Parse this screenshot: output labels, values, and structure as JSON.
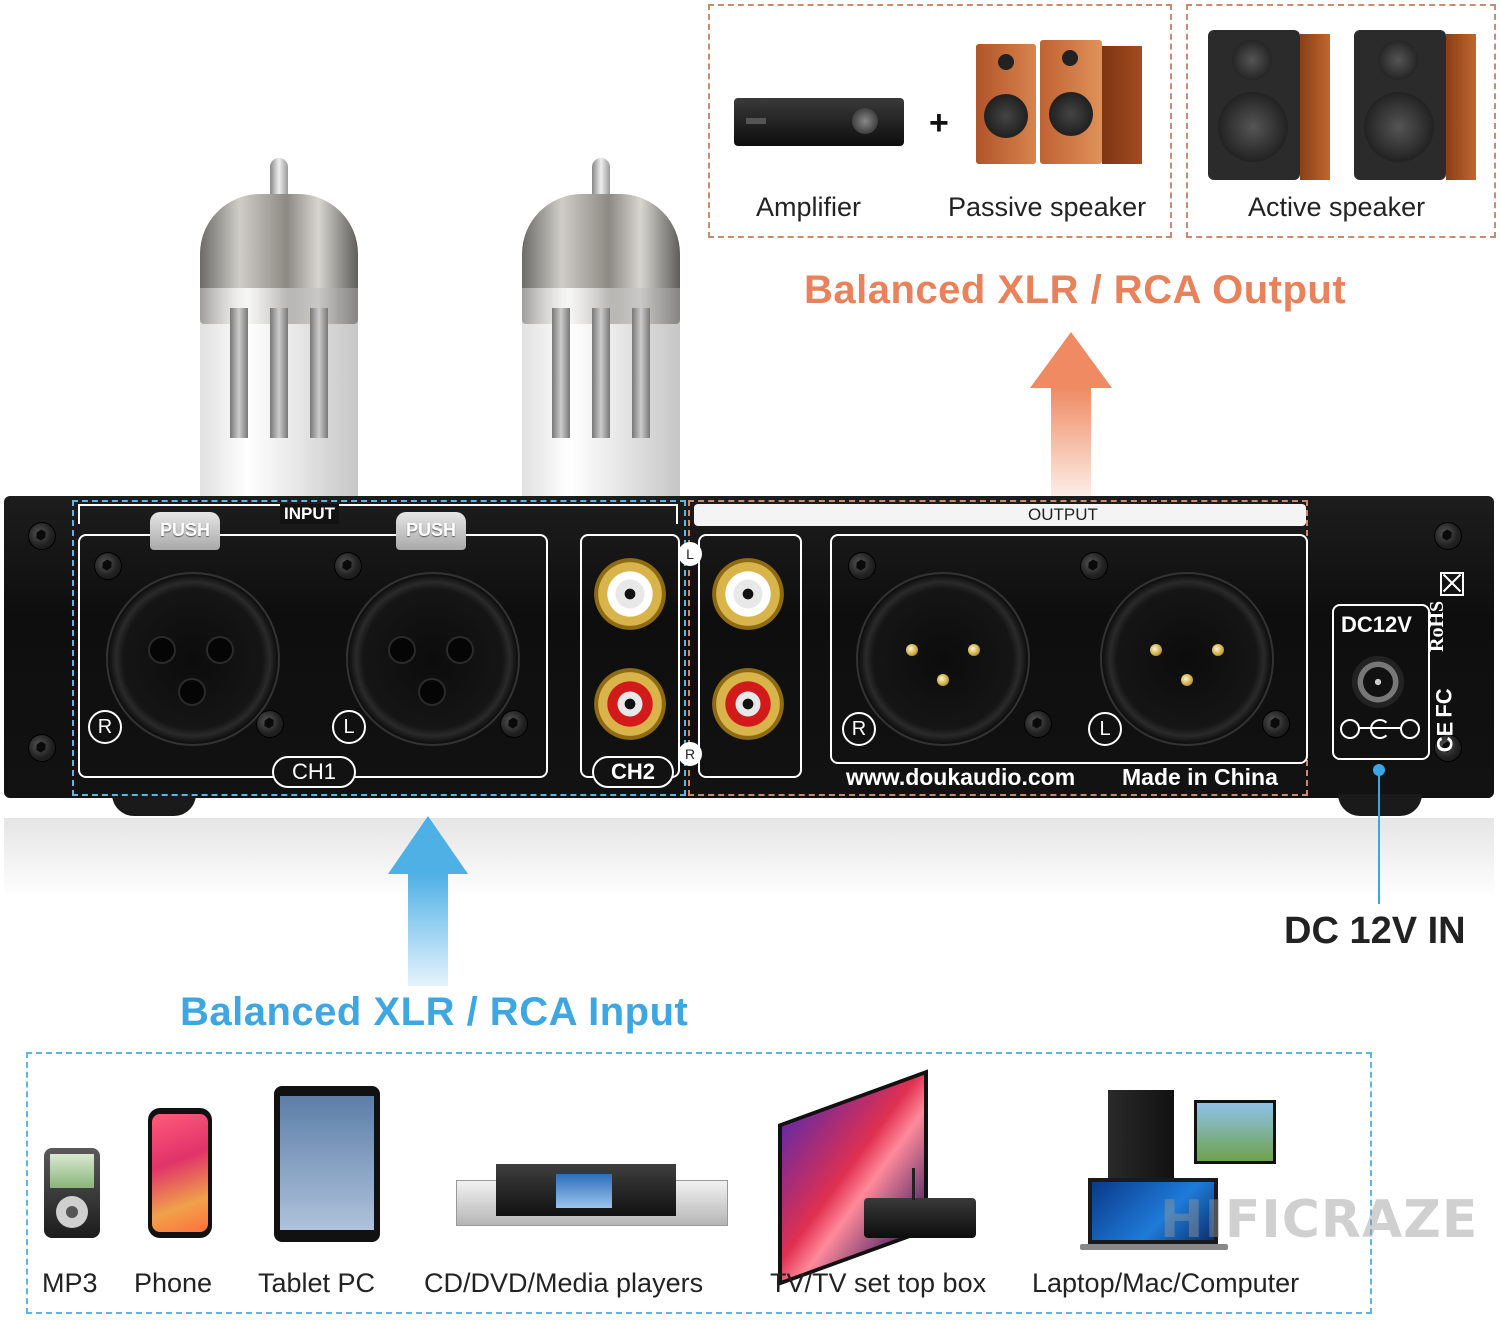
{
  "output_section": {
    "amplifier_caption": "Amplifier",
    "plus_sign": "+",
    "passive_caption": "Passive speaker",
    "active_caption": "Active speaker",
    "headline": "Balanced XLR / RCA Output",
    "color": "#e8825a"
  },
  "device_panel": {
    "input_label": "INPUT",
    "output_label": "OUTPUT",
    "push_left": "PUSH",
    "push_right": "PUSH",
    "ch1_label": "CH1",
    "ch2_label": "CH2",
    "input_r": "R",
    "input_l": "L",
    "output_r": "R",
    "output_l": "L",
    "rca_marker_l": "L",
    "rca_marker_r": "R",
    "website": "www.doukaudio.com",
    "made_in": "Made in China",
    "dc_label": "DC12V",
    "cert_marks": "RoHS",
    "fc_mark": "FC",
    "ce_mark": "CE"
  },
  "power": {
    "label": "DC 12V IN"
  },
  "input_section": {
    "headline": "Balanced XLR / RCA Input",
    "color": "#3ea6e0",
    "devices": [
      {
        "label": "MP3",
        "icon": "mp3-player-icon"
      },
      {
        "label": "Phone",
        "icon": "phone-icon"
      },
      {
        "label": "Tablet PC",
        "icon": "tablet-icon"
      },
      {
        "label": "CD/DVD/Media players",
        "icon": "media-player-icon"
      },
      {
        "label": "TV/TV set top box",
        "icon": "tv-icon"
      },
      {
        "label": "Laptop/Mac/Computer",
        "icon": "computer-icon"
      }
    ]
  },
  "watermark": "HIFICRAZE"
}
